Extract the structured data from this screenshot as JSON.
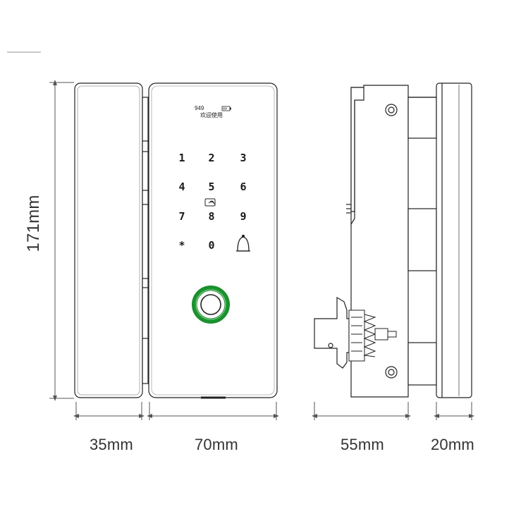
{
  "dimensions": {
    "height": "171mm",
    "width_side_left": "35mm",
    "width_front": "70mm",
    "width_side_right": "55mm",
    "width_glass_side": "20mm"
  },
  "screen": {
    "number": "949",
    "message": "欢迎使用"
  },
  "keypad": {
    "keys": [
      "1",
      "2",
      "3",
      "4",
      "5",
      "6",
      "7",
      "8",
      "9",
      "*",
      "0",
      "#"
    ]
  },
  "colors": {
    "line": "#222222",
    "dim_line": "#555555",
    "fingerprint_ring": "#3cc94a"
  }
}
